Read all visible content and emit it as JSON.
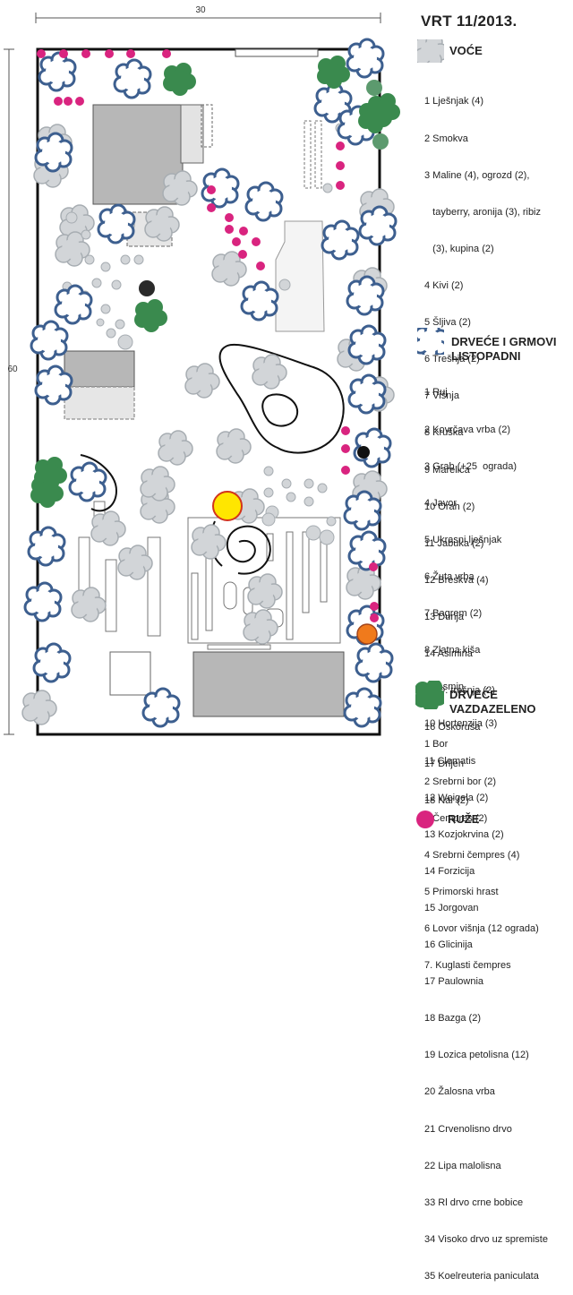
{
  "page_title": "VRT 11/2013.",
  "dim_top": "30",
  "dim_left": "60",
  "sections": [
    {
      "title": "VOĆE",
      "items": [
        "1 Lješnjak (4)",
        "2 Smokva",
        "3 Maline (4), ogrozd (2),",
        "   tayberry, aronija (3), ribiz",
        "   (3), kupina (2)",
        "4 Kivi (2)",
        "5 Šljiva (2)",
        "6 Trešnja (2)",
        "7 Višnja",
        "8 Kruška",
        "9 Marelica",
        "10 Orah (2)",
        "11 Jabuka (2)",
        "12 Breskva (4)",
        "13 Dunja",
        "14 Asimina",
        "15 D. trešnja (2)",
        "16 Oskoruša",
        "17 Drijen",
        "18 Nar (2)"
      ]
    },
    {
      "title": "DRVEĆE I GRMOVI LISTOPADNI",
      "items": [
        "1 Ruj",
        "2 Kovrčava vrba (2)",
        "3 Grab (+25  ograda)",
        "4 Javor",
        "5 Ukrasni lješnjak",
        "6 Žuta vrba",
        "7 Bagrem (2)",
        "8 Zlatna kiša",
        "9 Jasmin",
        "10 Hortenzija (3)",
        "11 Clematis",
        "12 Weigela (2)",
        "13 Kozjokrvina (2)",
        "14 Forzicija",
        "15 Jorgovan",
        "16 Glicinija",
        "17 Paulownia",
        "18 Bazga (2)",
        "19 Lozica petolisna (12)",
        "20 Žalosna vrba",
        "21 Crvenolisno drvo",
        "22 Lipa malolisna",
        "33 Rl drvo crne bobice",
        "34 Visoko drvo uz spremiste",
        "35 Koelreuteria paniculata"
      ]
    },
    {
      "title": "DRVEĆE VAZDAZELENO",
      "items": [
        "1 Bor",
        "2 Srebrni bor (2)",
        "3 Čempres (2)",
        "4 Srebrni čempres (4)",
        "5 Primorski hrast",
        "6 Lovor višnja (12 ograda)",
        "7. Kuglasti čempres"
      ]
    },
    {
      "title": "RUŽE",
      "items": []
    }
  ],
  "colors": {
    "fruit_fill": "#d2d5d8",
    "fruit_stroke": "#a7adb2",
    "deciduous_stroke": "#3d5f8f",
    "evergreen": "#3a8a4e",
    "rose": "#d9247f",
    "building": "#b7b7b7",
    "yellow_tree": "#ffe600",
    "orange_tree": "#f07a1c"
  }
}
